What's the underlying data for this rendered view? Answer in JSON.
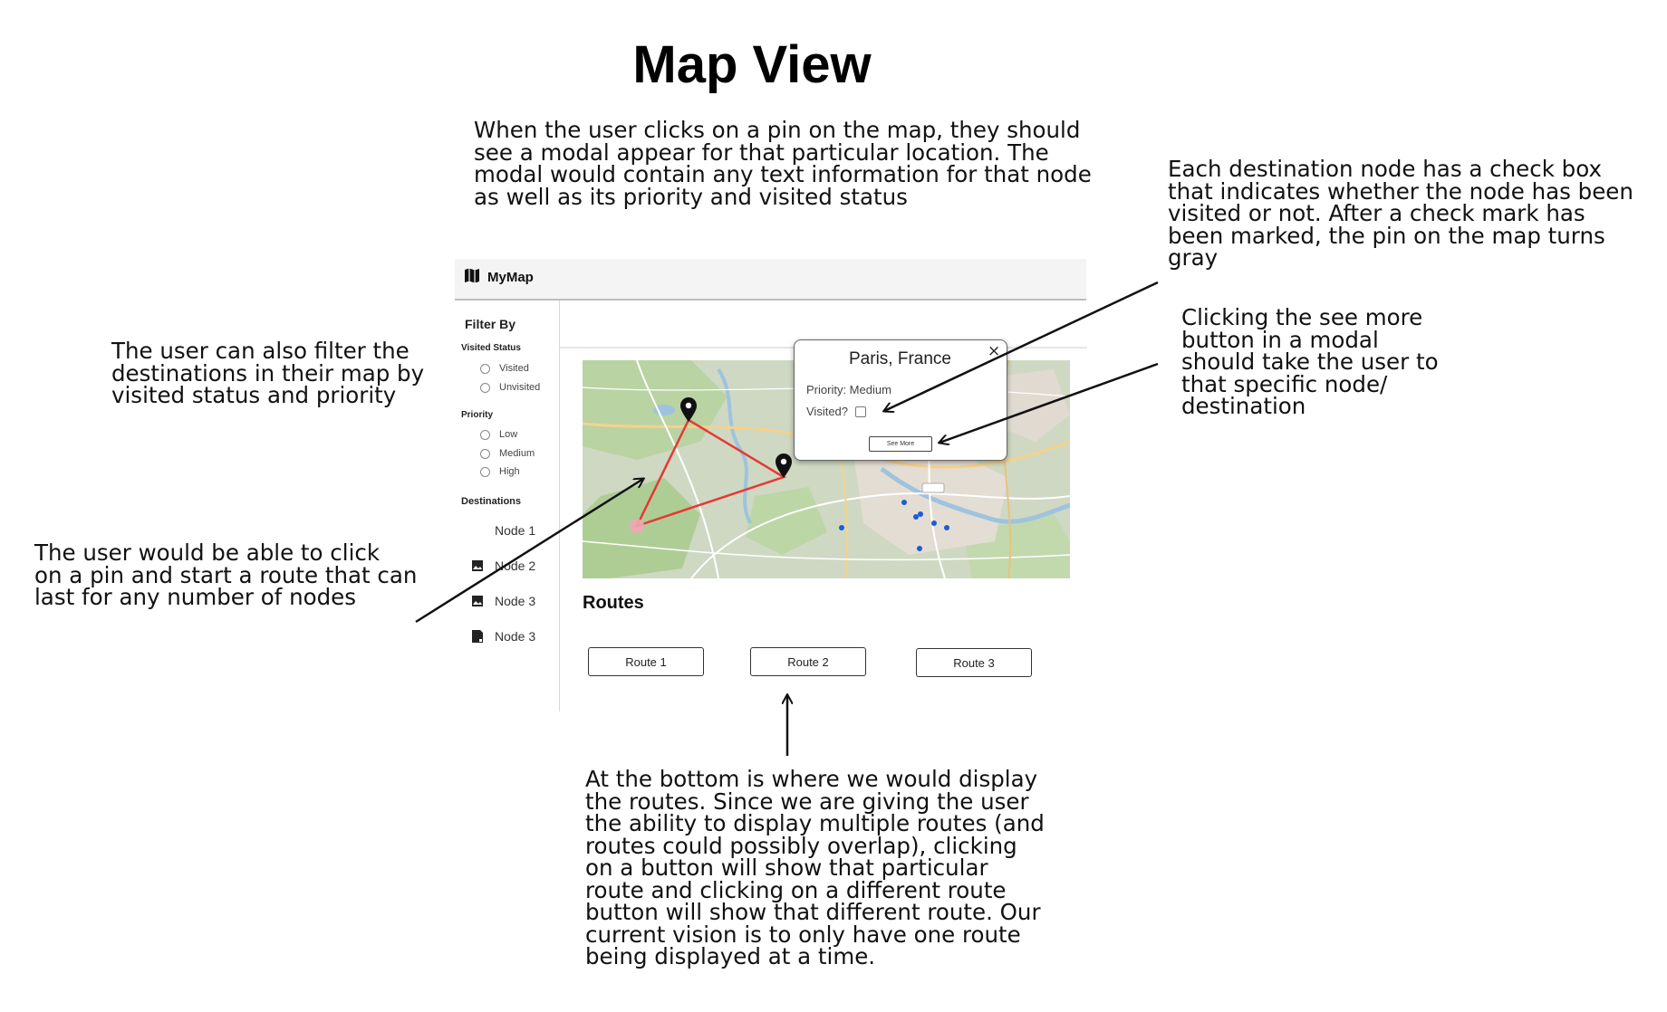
{
  "title": "Map View",
  "notes": {
    "top": "When the user clicks on a pin on the map, they should\nsee a modal appear for that particular location. The\nmodal would contain any text information for that node\nas well as its priority and visited status",
    "right_top": "Each destination node has a check box\nthat indicates whether the node has been\nvisited or not. After a check mark has\nbeen marked, the pin on the map turns\ngray",
    "right_mid": "Clicking the see more\nbutton in a modal\nshould take the user to\nthat specific node/\ndestination",
    "left_filter": "The user can also filter the\ndestinations in their map by\nvisited status and priority",
    "left_route": "The user would be able to click\non a pin and start a route that can\nlast for any number of nodes",
    "bottom": "At the bottom is where we would display\nthe routes. Since we are giving the user\nthe ability to display multiple routes (and\nroutes could possibly overlap), clicking\non a button will show that particular\nroute and clicking on a different route\nbutton will show that different route. Our\ncurrent vision is to only have one route\nbeing displayed at a time."
  },
  "app": {
    "brand": "MyMap"
  },
  "sidebar": {
    "filter_by": "Filter By",
    "visited_status": {
      "heading": "Visited Status",
      "options": [
        "Visited",
        "Unvisited"
      ]
    },
    "priority": {
      "heading": "Priority",
      "options": [
        "Low",
        "Medium",
        "High"
      ]
    },
    "destinations": {
      "heading": "Destinations",
      "nodes": [
        "Node 1",
        "Node 2",
        "Node 3",
        "Node 3"
      ]
    }
  },
  "modal": {
    "title": "Paris, France",
    "close": "×",
    "priority": "Priority: Medium",
    "visited": "Visited?",
    "see_more": "See More"
  },
  "routes": {
    "heading": "Routes",
    "buttons": [
      "Route 1",
      "Route 2",
      "Route 3"
    ]
  },
  "colors": {
    "route_line": "#e53935",
    "pin": "#111111",
    "map_bg": "#cfd8c3",
    "blue_pin": "#1e5bd6"
  }
}
